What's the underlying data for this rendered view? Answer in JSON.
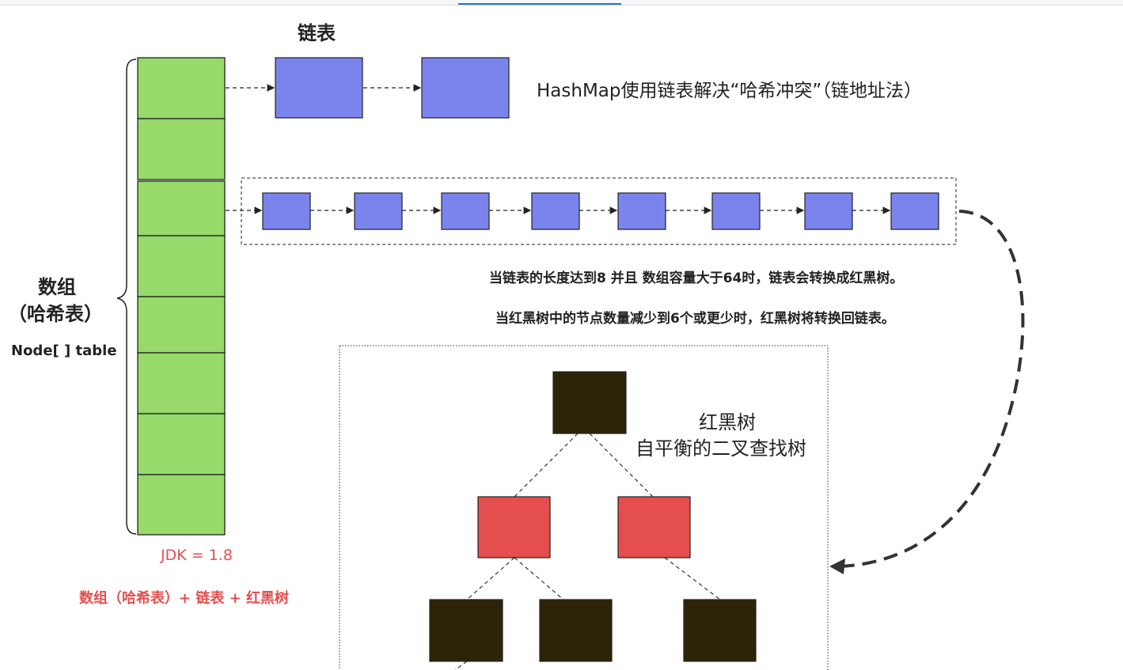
{
  "labels": {
    "linked_list": "链表",
    "hashmap_note": "HashMap使用链表解决“哈希冲突”（链地址法）",
    "array": "数组",
    "hash_table": "（哈希表）",
    "node_table": "Node[ ] table",
    "jdk": "JDK = 1.8",
    "structure": "数组（哈希表）+ 链表 + 红黑树",
    "treeify_rule": "当链表的长度达到8 并且 数组容量大于64时，链表会转换成红黑树。",
    "untreeify_rule": "当红黑树中的节点数量减少到6个或更少时，红黑树将转换回链表。",
    "rbtree": "红黑树",
    "rbtree_desc": "自平衡的二叉查找树"
  },
  "colors": {
    "array": "#97d96a",
    "list": "#7b83ed",
    "red": "#e54e4e",
    "black": "#2d2309",
    "accent": "#e54e4e"
  }
}
